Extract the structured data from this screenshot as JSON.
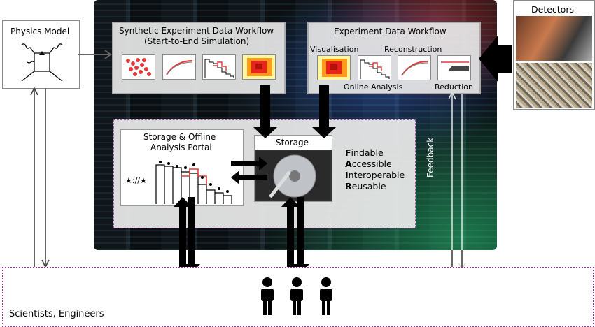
{
  "physics_model": {
    "title": "Physics Model"
  },
  "detectors": {
    "title": "Detectors"
  },
  "synthetic_workflow": {
    "title_line1": "Synthetic Experiment Data Workflow",
    "title_line2": "(Start-to-End Simulation)"
  },
  "experiment_workflow": {
    "title": "Experiment Data Workflow",
    "visualisation": "Visualisation",
    "reconstruction": "Reconstruction",
    "online_analysis": "Online Analysis",
    "reduction": "Reduction"
  },
  "storage_portal": {
    "title_line1": "Storage & Offline",
    "title_line2": "Analysis Portal",
    "url_glyph": "★://★"
  },
  "storage": {
    "title": "Storage"
  },
  "fair": {
    "findable_initial": "F",
    "findable_rest": "indable",
    "accessible_initial": "A",
    "accessible_rest": "ccessible",
    "interoperable_initial": "I",
    "interoperable_rest": "nteroperable",
    "reusable_initial": "R",
    "reusable_rest": "eusable"
  },
  "feedback": {
    "label": "Feedback"
  },
  "users": {
    "label": "Scientists, Engineers"
  },
  "colors": {
    "heatmap_hot": "#e8231b",
    "heatmap_warm": "#ff9a1a",
    "heatmap_cool": "#fff7a0",
    "red_points": "#e23b3b",
    "dotted_border": "#8b3a8b"
  }
}
